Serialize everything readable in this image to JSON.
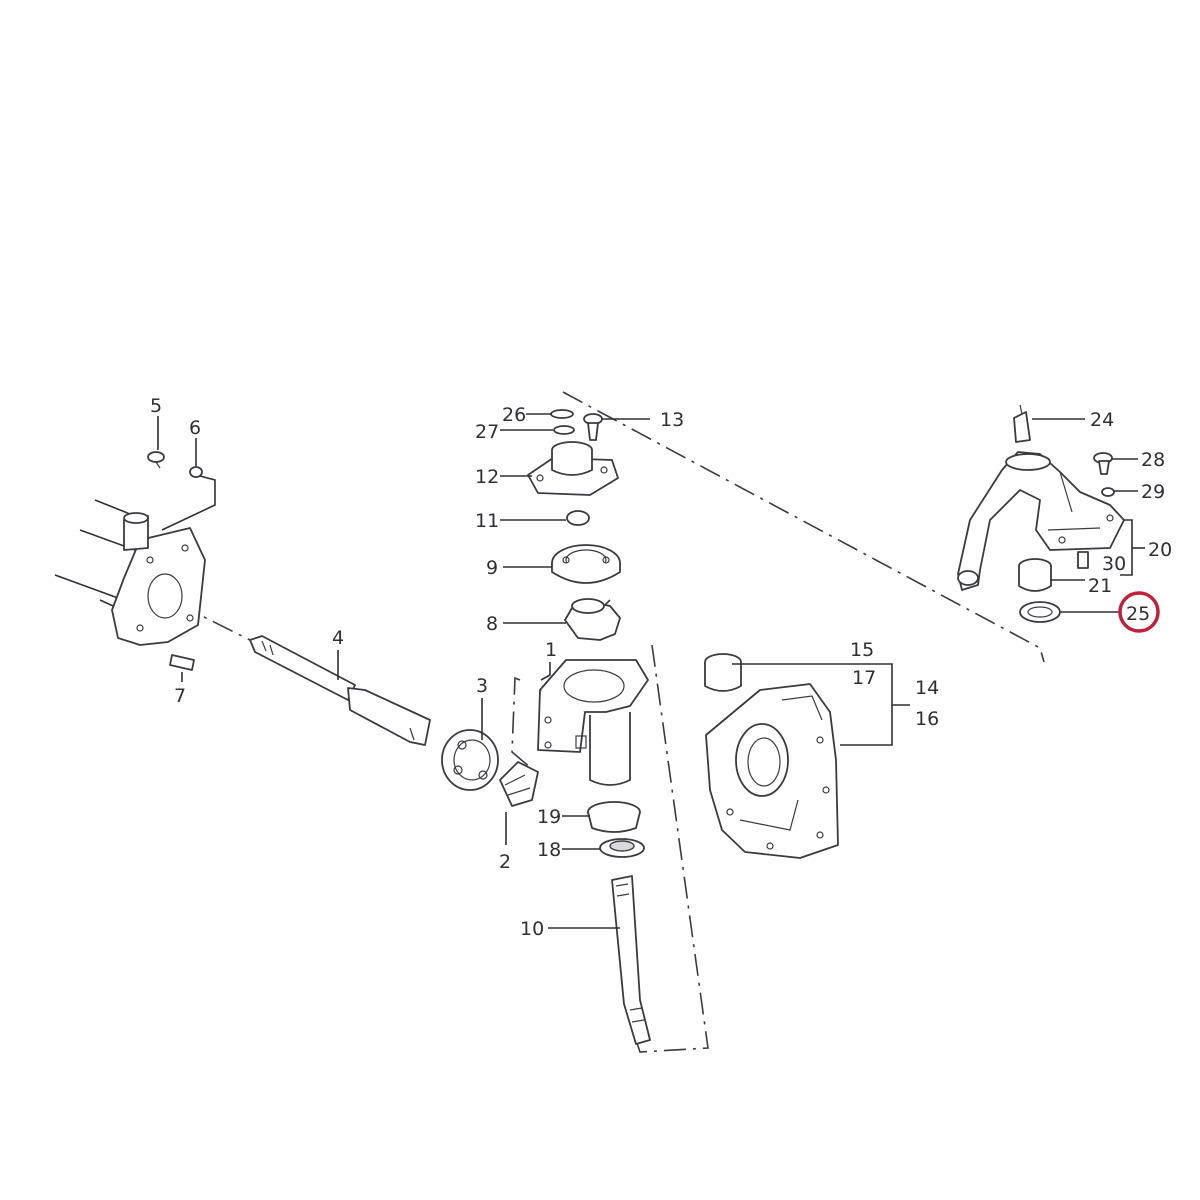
{
  "diagram": {
    "highlight_color": "#c0203a",
    "line_color": "#2f3037",
    "highlighted_part": "25",
    "callouts": [
      {
        "id": "c5",
        "label": "5"
      },
      {
        "id": "c6",
        "label": "6"
      },
      {
        "id": "c7",
        "label": "7"
      },
      {
        "id": "c4",
        "label": "4"
      },
      {
        "id": "c3",
        "label": "3"
      },
      {
        "id": "c2",
        "label": "2"
      },
      {
        "id": "c1",
        "label": "1"
      },
      {
        "id": "c26",
        "label": "26"
      },
      {
        "id": "c27",
        "label": "27"
      },
      {
        "id": "c13",
        "label": "13"
      },
      {
        "id": "c12",
        "label": "12"
      },
      {
        "id": "c11",
        "label": "11"
      },
      {
        "id": "c9",
        "label": "9"
      },
      {
        "id": "c8",
        "label": "8"
      },
      {
        "id": "c19",
        "label": "19"
      },
      {
        "id": "c18",
        "label": "18"
      },
      {
        "id": "c10",
        "label": "10"
      },
      {
        "id": "c15",
        "label": "15"
      },
      {
        "id": "c17",
        "label": "17"
      },
      {
        "id": "c14",
        "label": "14"
      },
      {
        "id": "c16",
        "label": "16"
      },
      {
        "id": "c24",
        "label": "24"
      },
      {
        "id": "c28",
        "label": "28"
      },
      {
        "id": "c29",
        "label": "29"
      },
      {
        "id": "c20",
        "label": "20"
      },
      {
        "id": "c30",
        "label": "30"
      },
      {
        "id": "c21",
        "label": "21"
      },
      {
        "id": "c25",
        "label": "25"
      }
    ]
  }
}
